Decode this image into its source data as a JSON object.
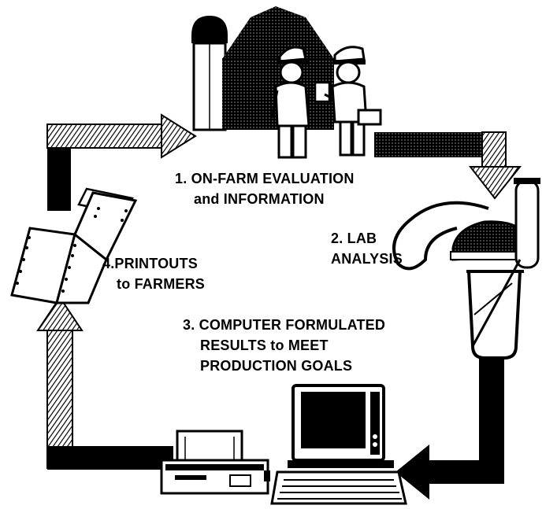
{
  "steps": [
    {
      "number": "1.",
      "line1": "ON-FARM EVALUATION",
      "line2": "and INFORMATION"
    },
    {
      "number": "2.",
      "line1": "LAB",
      "line2": "ANALYSIS"
    },
    {
      "number": "3.",
      "line1": "COMPUTER FORMULATED",
      "line2": "RESULTS to MEET",
      "line3": "PRODUCTION GOALS"
    },
    {
      "number": "4.",
      "line1": "PRINTOUTS",
      "line2": "to FARMERS"
    }
  ],
  "colors": {
    "ink": "#000000",
    "paper": "#ffffff"
  },
  "icons": [
    "farm-barn-silo-icon",
    "farmer-icon",
    "technician-icon",
    "lab-glassware-icon",
    "computer-icon",
    "printer-icon",
    "printout-paper-icon"
  ]
}
